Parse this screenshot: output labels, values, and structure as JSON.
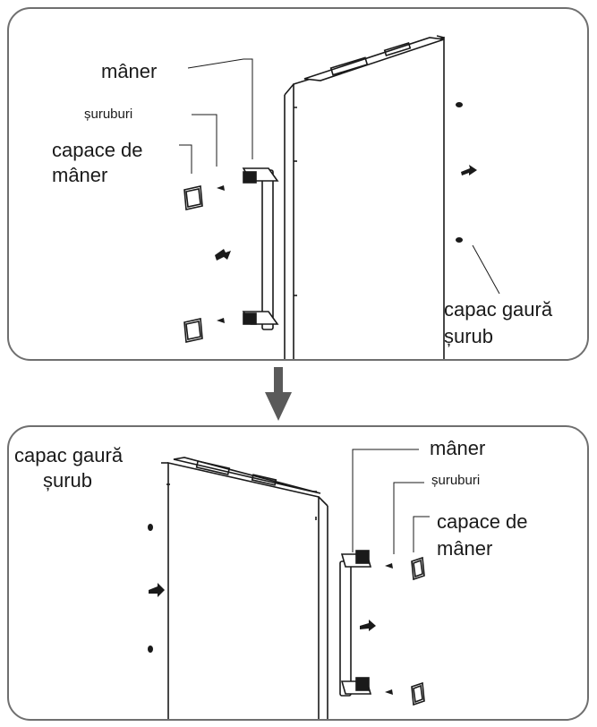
{
  "top_panel": {
    "labels": {
      "handle": "mâner",
      "screws": "șuruburi",
      "handle_caps_line1": "capace de",
      "handle_caps_line2": "mâner",
      "hole_cap_line1": "capac gaură",
      "hole_cap_line2": "șurub"
    }
  },
  "bottom_panel": {
    "labels": {
      "hole_cap_line1": "capac gaură",
      "hole_cap_line2": "șurub",
      "handle": "mâner",
      "screws": "șuruburi",
      "handle_caps_line1": "capace de",
      "handle_caps_line2": "mâner"
    }
  },
  "colors": {
    "line": "#1a1a1a",
    "border": "#6f6f6f",
    "arrow": "#5a5a5a"
  }
}
